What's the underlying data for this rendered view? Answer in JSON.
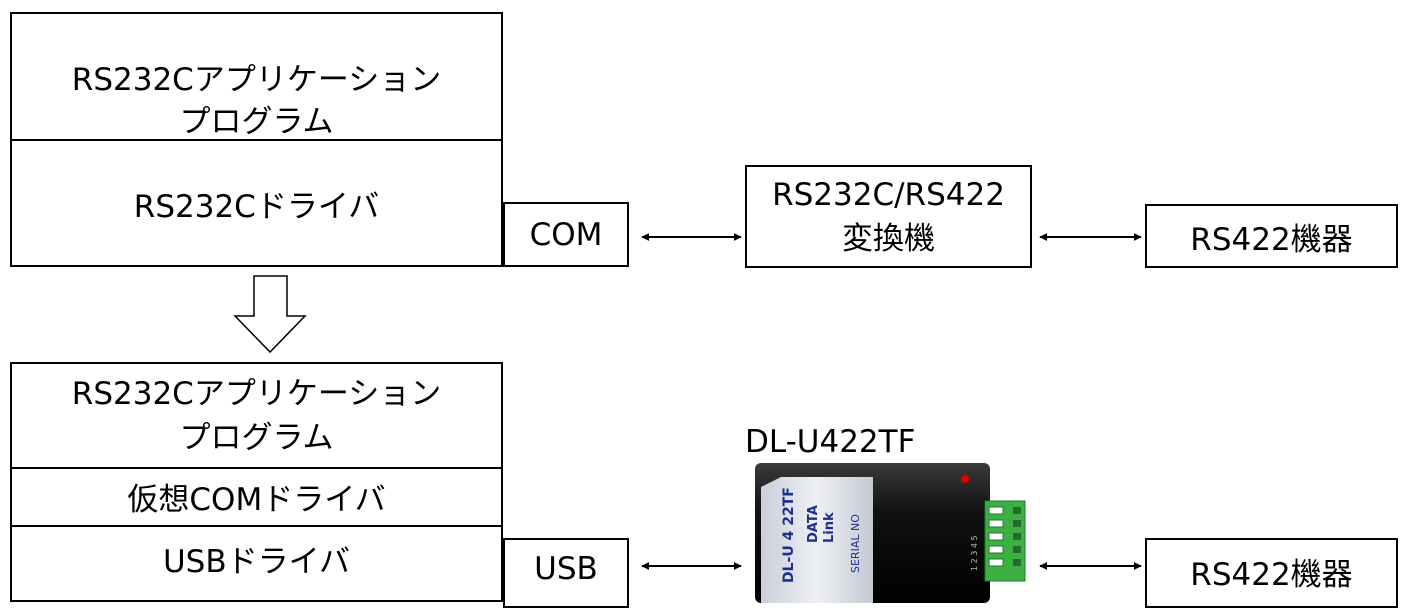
{
  "top_stack": {
    "app_line1": "RS232Cアプリケーション",
    "app_line2": "プログラム",
    "driver": "RS232Cドライバ"
  },
  "top_port": "COM",
  "converter": {
    "line1": "RS232C/RS422",
    "line2": "変換機"
  },
  "top_device": "RS422機器",
  "bottom_stack": {
    "app_line1": "RS232Cアプリケーション",
    "app_line2": "プログラム",
    "vcom_driver": "仮想COMドライバ",
    "usb_driver": "USBドライバ"
  },
  "bottom_port": "USB",
  "product": {
    "name": "DL-U422TF",
    "body_model": "DL-U 4 22TF",
    "logo_line1": "DATA",
    "logo_line2": "Link",
    "serial_label": "SERIAL NO",
    "pin_numbers": "1 2 3 4 5"
  },
  "bottom_device": "RS422機器",
  "colors": {
    "line": "#000000",
    "device_body": "#1a1a1a",
    "terminal": "#3cb043",
    "led": "#e00000",
    "label": "#dfe3ea",
    "label_text": "#1c2e8f"
  }
}
